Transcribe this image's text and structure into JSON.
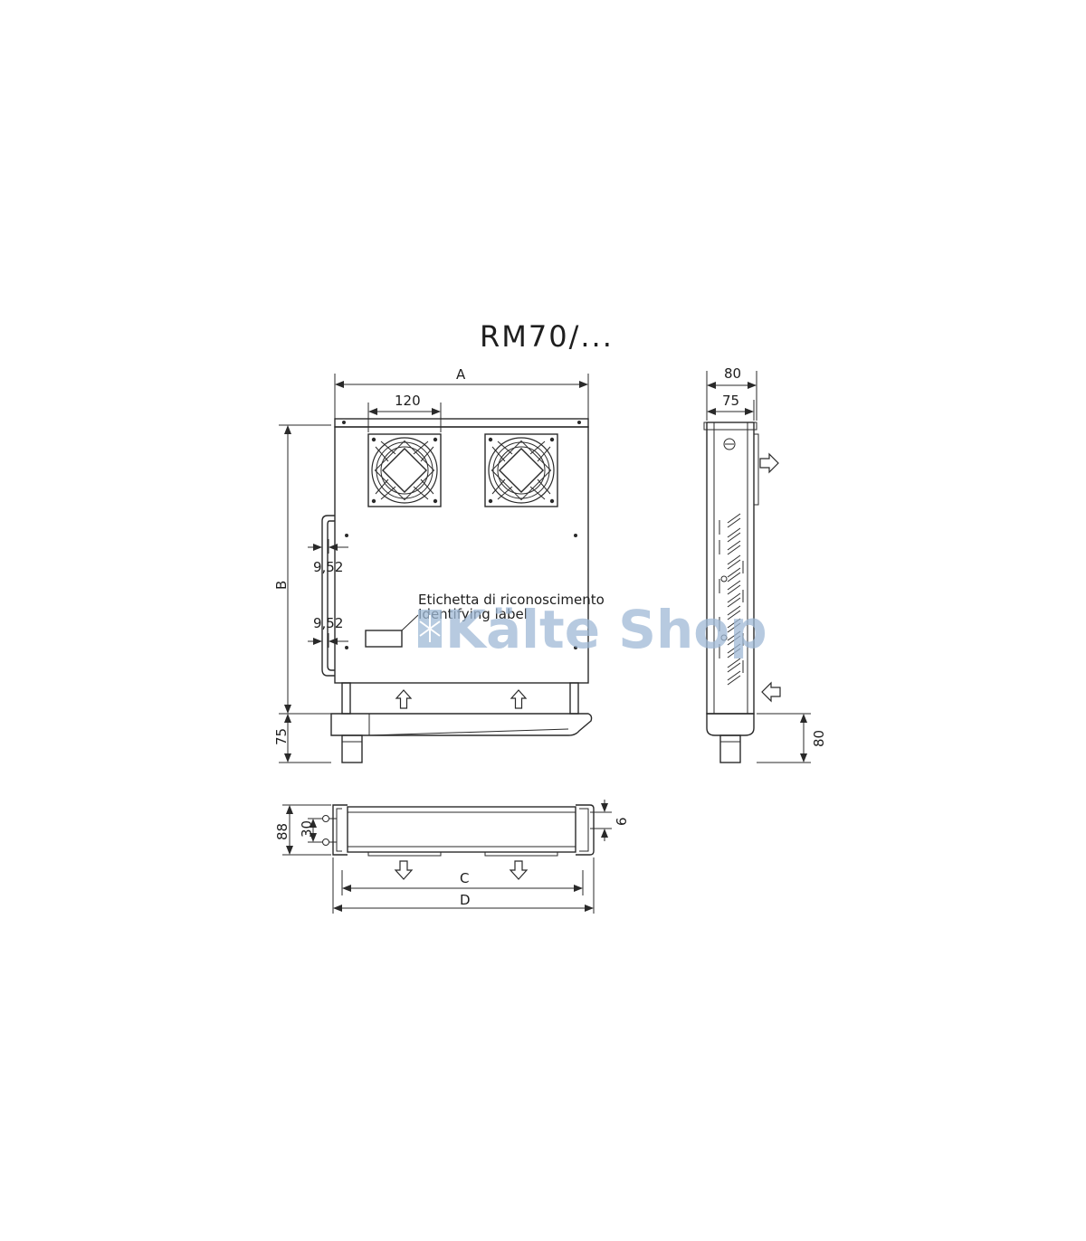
{
  "title": "RM70/...",
  "front_view": {
    "dim_A": "A",
    "dim_fan": "120",
    "dim_B": "B",
    "dim_pipe_upper": "9,52",
    "dim_pipe_lower": "9,52",
    "dim_drain": "75",
    "label_it": "Etichetta di riconoscimento",
    "label_en": "Identifying label"
  },
  "side_view": {
    "dim_outer": "80",
    "dim_inner": "75",
    "dim_bottom": "80"
  },
  "top_view": {
    "dim_depth": "88",
    "dim_pipe_spacing": "30",
    "dim_bracket": "6",
    "dim_C": "C",
    "dim_D": "D"
  },
  "watermark": "Kälte Shop",
  "colors": {
    "line": "#2a2a2a",
    "watermark": "#9fb9d6"
  }
}
